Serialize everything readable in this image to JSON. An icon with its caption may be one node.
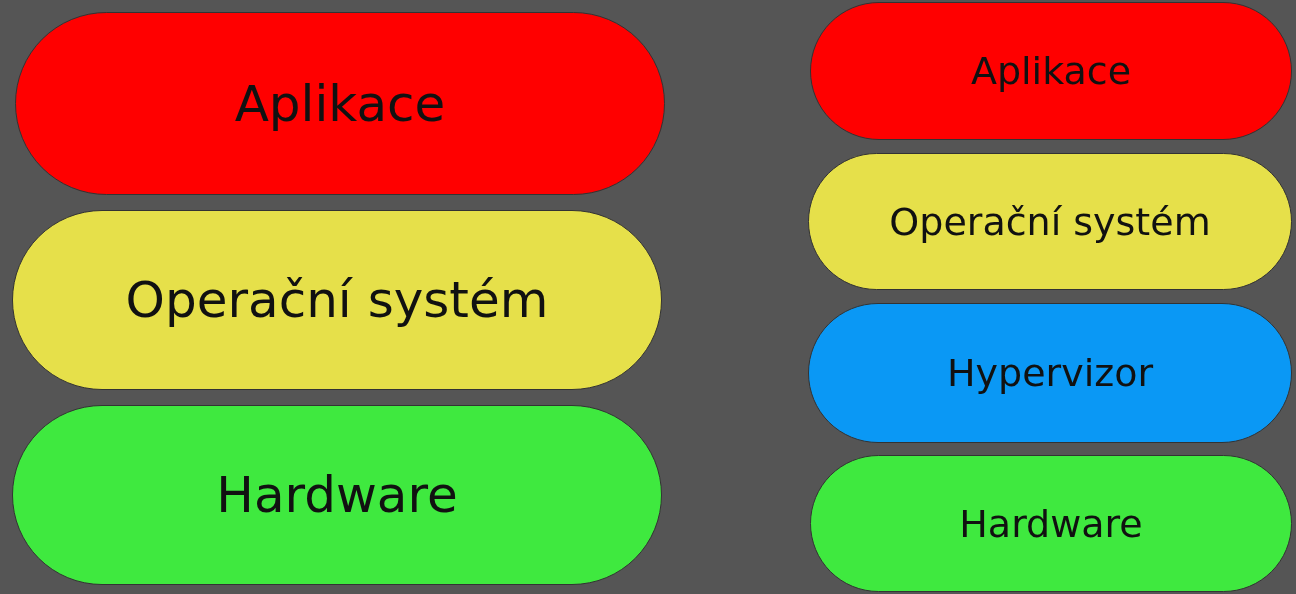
{
  "diagram": {
    "nodes": [
      {
        "text": [
          "Aplikace"
        ]
      },
      {
        "text": [
          "Operační systém"
        ]
      },
      {
        "text": [
          "Hardware"
        ]
      },
      {
        "text": [
          "Aplikace"
        ]
      },
      {
        "text": [
          "Operační systém"
        ]
      },
      {
        "text": [
          "Hypervizor"
        ]
      },
      {
        "text": [
          "Hardware"
        ]
      }
    ]
  }
}
